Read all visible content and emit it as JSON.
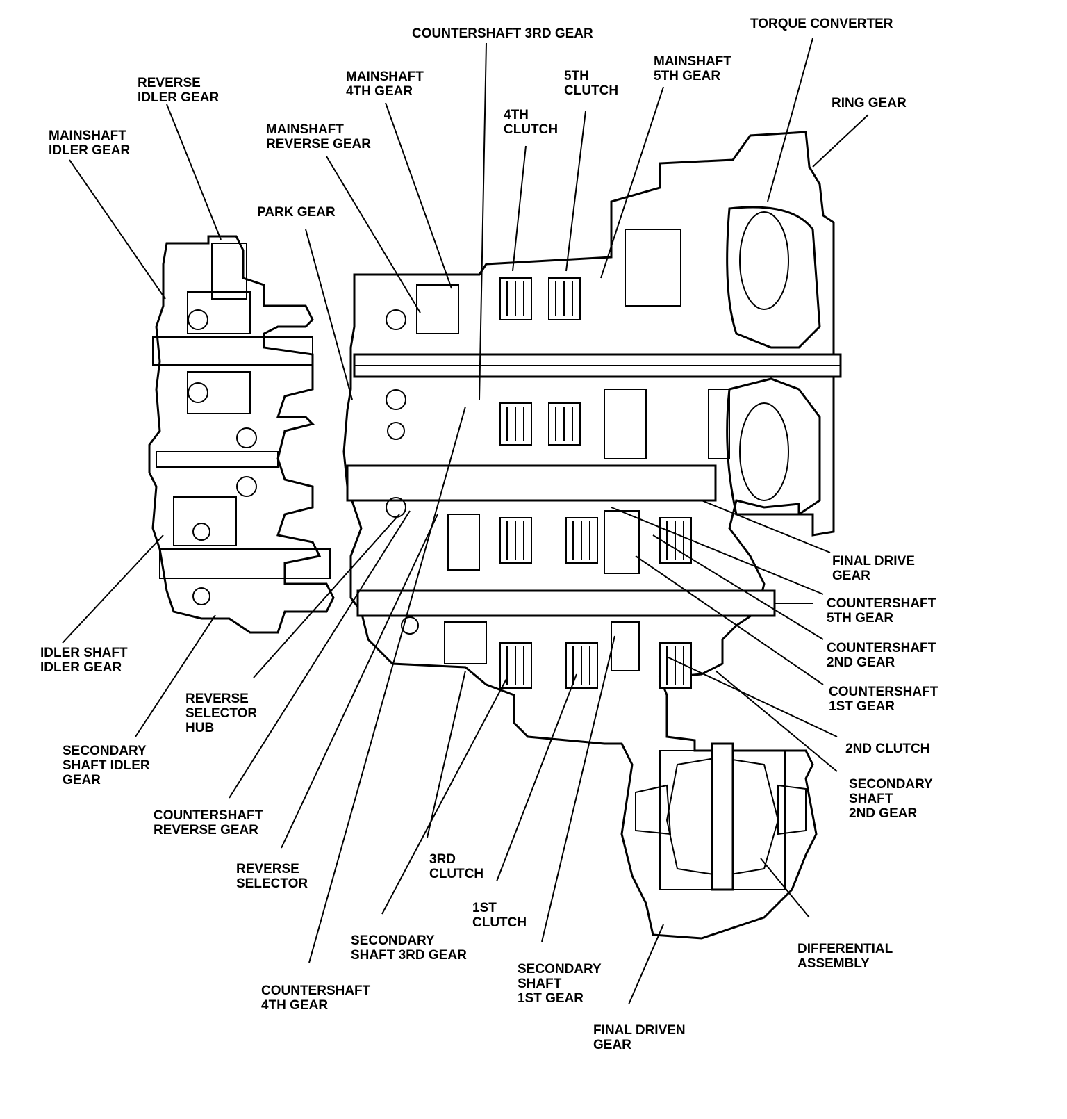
{
  "labels": {
    "countershaft_3rd_gear": [
      "COUNTERSHAFT 3RD GEAR"
    ],
    "torque_converter": [
      "TORQUE CONVERTER"
    ],
    "reverse_idler_gear": [
      "REVERSE",
      "IDLER GEAR"
    ],
    "mainshaft_4th_gear": [
      "MAINSHAFT",
      "4TH GEAR"
    ],
    "fifth_clutch": [
      "5TH",
      "CLUTCH"
    ],
    "mainshaft_5th_gear": [
      "MAINSHAFT",
      "5TH GEAR"
    ],
    "ring_gear": [
      "RING GEAR"
    ],
    "mainshaft_idler_gear": [
      "MAINSHAFT",
      "IDLER GEAR"
    ],
    "fourth_clutch": [
      "4TH",
      "CLUTCH"
    ],
    "mainshaft_reverse_gear": [
      "MAINSHAFT",
      "REVERSE GEAR"
    ],
    "park_gear": [
      "PARK GEAR"
    ],
    "final_drive_gear": [
      "FINAL DRIVE",
      "GEAR"
    ],
    "countershaft_5th_gear": [
      "COUNTERSHAFT",
      "5TH GEAR"
    ],
    "countershaft_2nd_gear": [
      "COUNTERSHAFT",
      "2ND GEAR"
    ],
    "countershaft_1st_gear": [
      "COUNTERSHAFT",
      "1ST GEAR"
    ],
    "second_clutch": [
      "2ND CLUTCH"
    ],
    "secondary_shaft_2nd_gear": [
      "SECONDARY",
      "SHAFT",
      "2ND GEAR"
    ],
    "idler_shaft_idler_gear": [
      "IDLER SHAFT",
      "IDLER GEAR"
    ],
    "reverse_selector_hub": [
      "REVERSE",
      "SELECTOR",
      "HUB"
    ],
    "secondary_shaft_idler_gear": [
      "SECONDARY",
      "SHAFT IDLER",
      "GEAR"
    ],
    "countershaft_reverse_gear": [
      "COUNTERSHAFT",
      "REVERSE GEAR"
    ],
    "reverse_selector": [
      "REVERSE",
      "SELECTOR"
    ],
    "third_clutch": [
      "3RD",
      "CLUTCH"
    ],
    "first_clutch": [
      "1ST",
      "CLUTCH"
    ],
    "secondary_shaft_3rd_gear": [
      "SECONDARY",
      "SHAFT 3RD GEAR"
    ],
    "secondary_shaft_1st_gear": [
      "SECONDARY",
      "SHAFT",
      "1ST GEAR"
    ],
    "differential_assembly": [
      "DIFFERENTIAL",
      "ASSEMBLY"
    ],
    "countershaft_4th_gear": [
      "COUNTERSHAFT",
      "4TH GEAR"
    ],
    "final_driven_gear": [
      "FINAL DRIVEN",
      "GEAR"
    ]
  },
  "colors": {
    "ink": "#000000",
    "paper": "#ffffff"
  }
}
